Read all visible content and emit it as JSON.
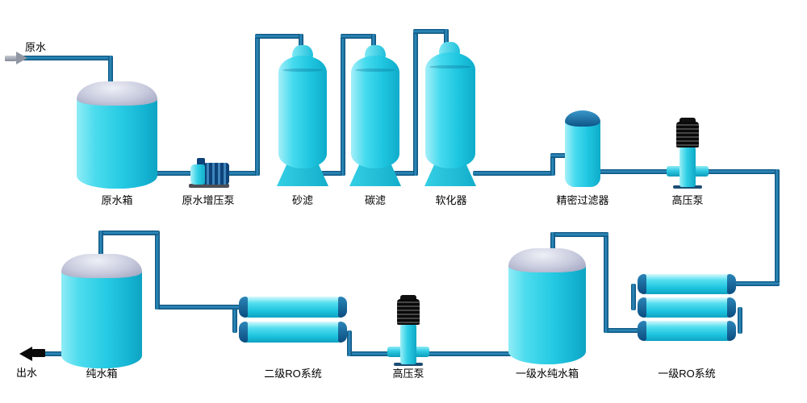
{
  "diagram": {
    "labels": {
      "raw_water": "原水",
      "raw_water_tank": "原水箱",
      "booster_pump": "原水增压泵",
      "sand_filter": "砂滤",
      "carbon_filter": "碳滤",
      "softener": "软化器",
      "precision_filter": "精密过滤器",
      "high_pressure_pump_top": "高压泵",
      "stage1_ro_system": "一级RO系统",
      "stage1_pure_water_tank": "一级水纯水箱",
      "high_pressure_pump_bottom": "高压泵",
      "stage2_ro_system": "二级RO系统",
      "pure_water_tank": "纯水箱",
      "water_outlet": "出水"
    },
    "colors": {
      "pipe_dark": "#0c4e78",
      "pipe_light": "#2f8fc0",
      "equipment_cyan": "#27cbe3",
      "tank_dome_gray": "#c6c9dc",
      "end_cap_blue": "#0b4c80",
      "pump_motor_black": "#0a0a0a",
      "background": "#ffffff"
    }
  }
}
